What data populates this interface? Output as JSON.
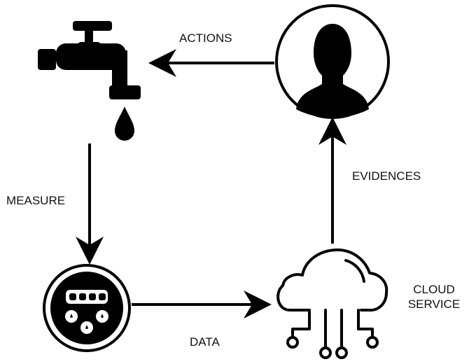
{
  "labels": {
    "actions": "ACTIONS",
    "measure": "MEASURE",
    "evidences": "EVIDENCES",
    "data": "DATA",
    "cloud_service": "CLOUD\nSERVICE"
  },
  "icons": {
    "faucet": "faucet-icon",
    "water_drop": "water-drop-icon",
    "person": "person-icon",
    "water_meter": "water-meter-icon",
    "cloud": "cloud-service-icon"
  },
  "colors": {
    "stroke": "#000000",
    "background": "#ffffff"
  }
}
